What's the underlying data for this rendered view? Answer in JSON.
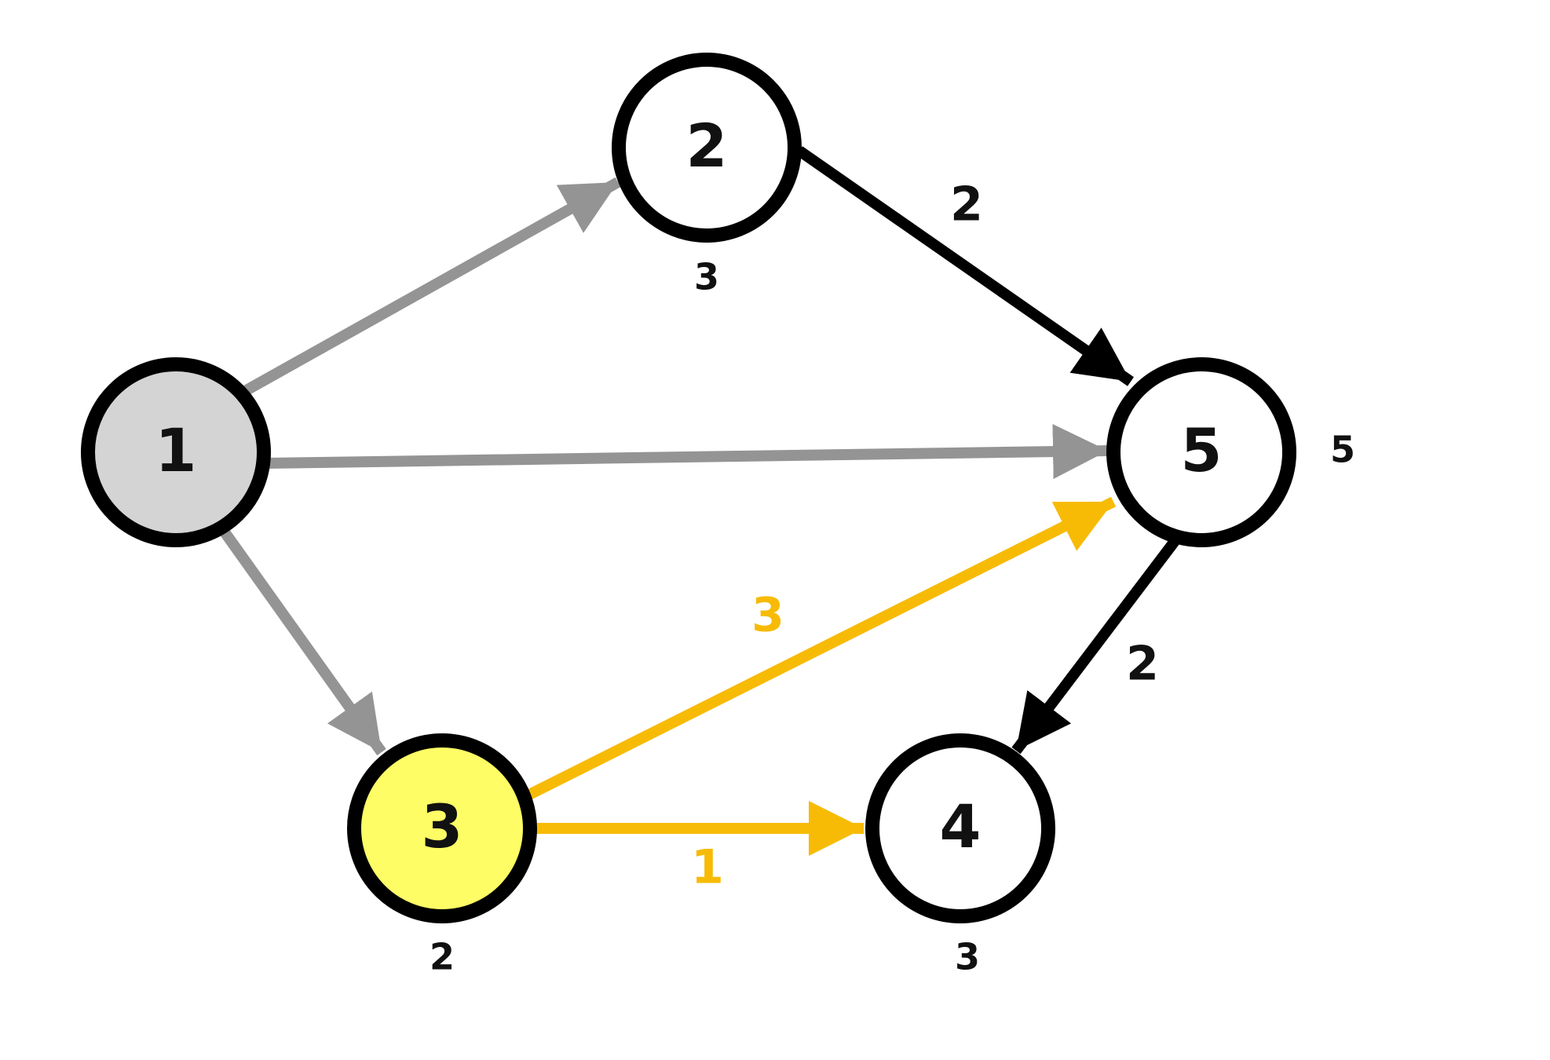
{
  "diagram": {
    "nodes": [
      {
        "id": "1",
        "label": "1",
        "fill": "#d4d4d4",
        "distance": ""
      },
      {
        "id": "2",
        "label": "2",
        "fill": "#ffffff",
        "distance": "3"
      },
      {
        "id": "3",
        "label": "3",
        "fill": "#fffd66",
        "distance": "2"
      },
      {
        "id": "4",
        "label": "4",
        "fill": "#ffffff",
        "distance": "3"
      },
      {
        "id": "5",
        "label": "5",
        "fill": "#ffffff",
        "distance": "5"
      }
    ],
    "edges": [
      {
        "from": "1",
        "to": "2",
        "weight": "",
        "color": "#949494"
      },
      {
        "from": "1",
        "to": "5",
        "weight": "",
        "color": "#949494"
      },
      {
        "from": "1",
        "to": "3",
        "weight": "",
        "color": "#949494"
      },
      {
        "from": "2",
        "to": "5",
        "weight": "2",
        "color": "#000000"
      },
      {
        "from": "5",
        "to": "4",
        "weight": "2",
        "color": "#000000"
      },
      {
        "from": "3",
        "to": "5",
        "weight": "3",
        "color": "#f7bb06"
      },
      {
        "from": "3",
        "to": "4",
        "weight": "1",
        "color": "#f7bb06"
      }
    ],
    "colors": {
      "outline": "#000000",
      "visited_edge": "#949494",
      "active_edge": "#f7bb06",
      "normal_edge": "#000000"
    }
  }
}
